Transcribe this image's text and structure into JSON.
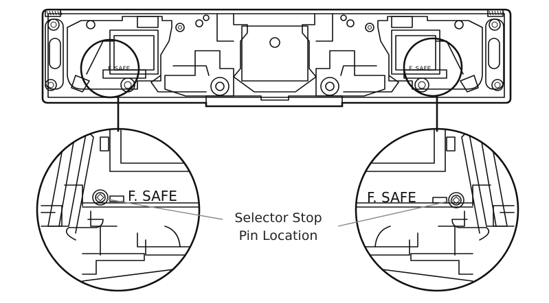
{
  "top_view": {
    "label_left": "F. SAFE",
    "label_right": "F. SAFE"
  },
  "detail_left": {
    "label": "F. SAFE"
  },
  "detail_right": {
    "label": "F. SAFE"
  },
  "callout": {
    "line1": "Selector Stop",
    "line2": "Pin Location"
  }
}
